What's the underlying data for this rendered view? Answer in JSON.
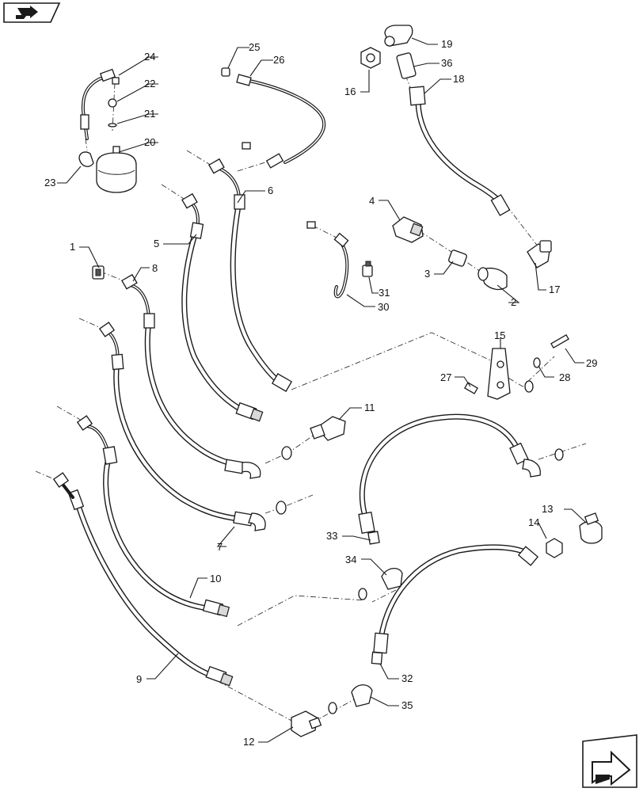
{
  "callouts": [
    {
      "id": "1",
      "label": "1"
    },
    {
      "id": "2",
      "label": "2"
    },
    {
      "id": "3",
      "label": "3"
    },
    {
      "id": "4",
      "label": "4"
    },
    {
      "id": "5",
      "label": "5"
    },
    {
      "id": "6",
      "label": "6"
    },
    {
      "id": "7",
      "label": "7"
    },
    {
      "id": "8",
      "label": "8"
    },
    {
      "id": "9",
      "label": "9"
    },
    {
      "id": "10",
      "label": "10"
    },
    {
      "id": "11",
      "label": "11"
    },
    {
      "id": "12",
      "label": "12"
    },
    {
      "id": "13",
      "label": "13"
    },
    {
      "id": "14",
      "label": "14"
    },
    {
      "id": "15",
      "label": "15"
    },
    {
      "id": "16",
      "label": "16"
    },
    {
      "id": "17",
      "label": "17"
    },
    {
      "id": "18",
      "label": "18"
    },
    {
      "id": "19",
      "label": "19"
    },
    {
      "id": "20",
      "label": "20"
    },
    {
      "id": "21",
      "label": "21"
    },
    {
      "id": "22",
      "label": "22"
    },
    {
      "id": "23",
      "label": "23"
    },
    {
      "id": "24",
      "label": "24"
    },
    {
      "id": "25",
      "label": "25"
    },
    {
      "id": "26",
      "label": "26"
    },
    {
      "id": "27",
      "label": "27"
    },
    {
      "id": "28",
      "label": "28"
    },
    {
      "id": "29",
      "label": "29"
    },
    {
      "id": "30",
      "label": "30"
    },
    {
      "id": "31",
      "label": "31"
    },
    {
      "id": "32",
      "label": "32"
    },
    {
      "id": "33",
      "label": "33"
    },
    {
      "id": "34",
      "label": "34"
    },
    {
      "id": "35",
      "label": "35"
    },
    {
      "id": "36",
      "label": "36"
    }
  ],
  "icons": {
    "top_left": "flip-view-icon",
    "bottom_right": "next-page-arrow-icon"
  }
}
